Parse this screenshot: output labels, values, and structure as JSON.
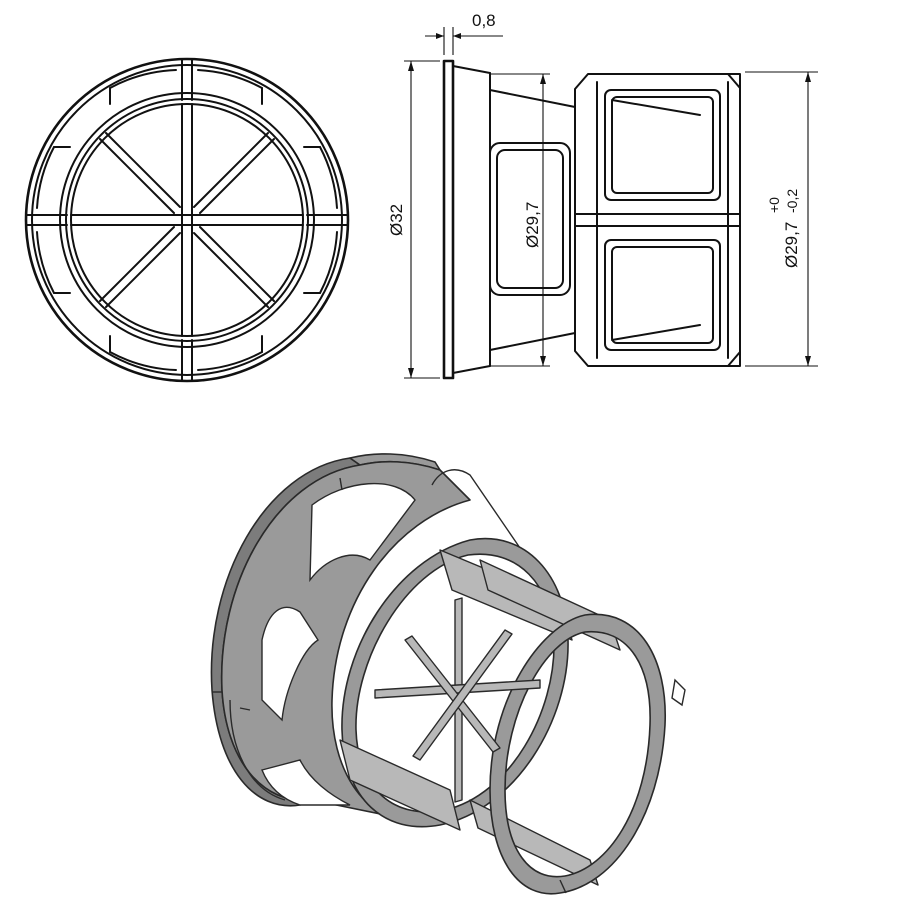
{
  "dimensions": {
    "flange_thickness": "0,8",
    "outer_diameter": "Ø32",
    "inner_diameter": "Ø29,7",
    "tolerance_base": "Ø29,7",
    "tolerance_upper": "+0",
    "tolerance_lower": "-0,2"
  },
  "colors": {
    "line": "#111111",
    "solid": "#9a9a9a",
    "background": "#ffffff"
  }
}
